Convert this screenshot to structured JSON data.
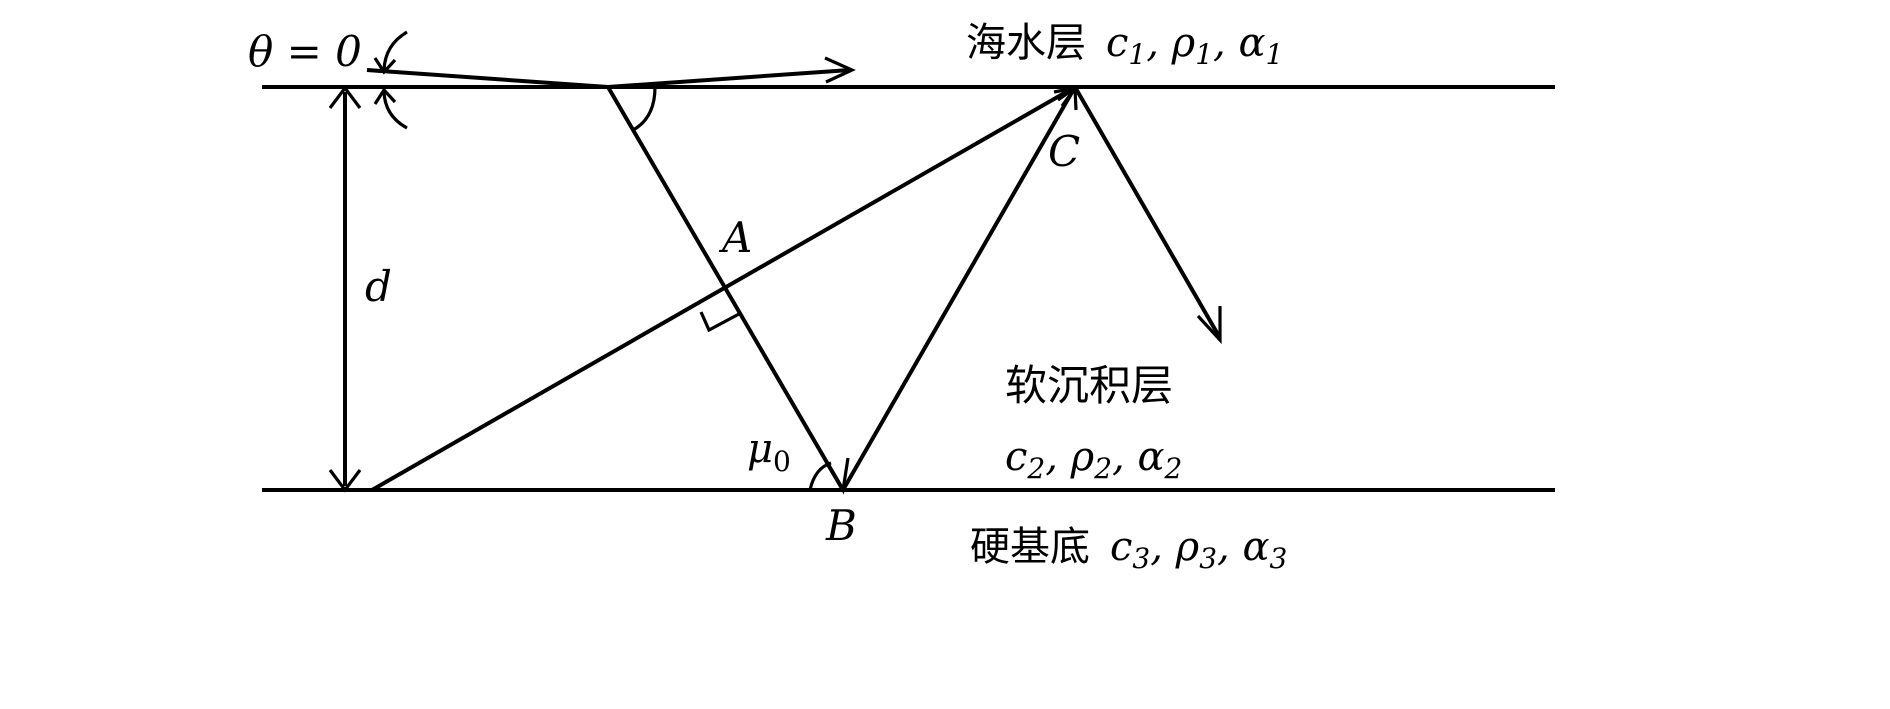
{
  "labels": {
    "theta": "θ = 0",
    "d": "d",
    "A": "A",
    "B": "B",
    "C": "C",
    "mu0_base": "μ",
    "mu0_sub": "0"
  },
  "layers": {
    "seawater": {
      "name": "海水层",
      "params": [
        {
          "sym": "c",
          "sub": "1"
        },
        {
          "sym": "ρ",
          "sub": "1"
        },
        {
          "sym": "α",
          "sub": "1"
        }
      ]
    },
    "sediment": {
      "name": "软沉积层",
      "params": [
        {
          "sym": "c",
          "sub": "2"
        },
        {
          "sym": "ρ",
          "sub": "2"
        },
        {
          "sym": "α",
          "sub": "2"
        }
      ]
    },
    "bedrock": {
      "name": "硬基底",
      "params": [
        {
          "sym": "c",
          "sub": "3"
        },
        {
          "sym": "ρ",
          "sub": "3"
        },
        {
          "sym": "α",
          "sub": "3"
        }
      ]
    }
  },
  "separator": ", "
}
